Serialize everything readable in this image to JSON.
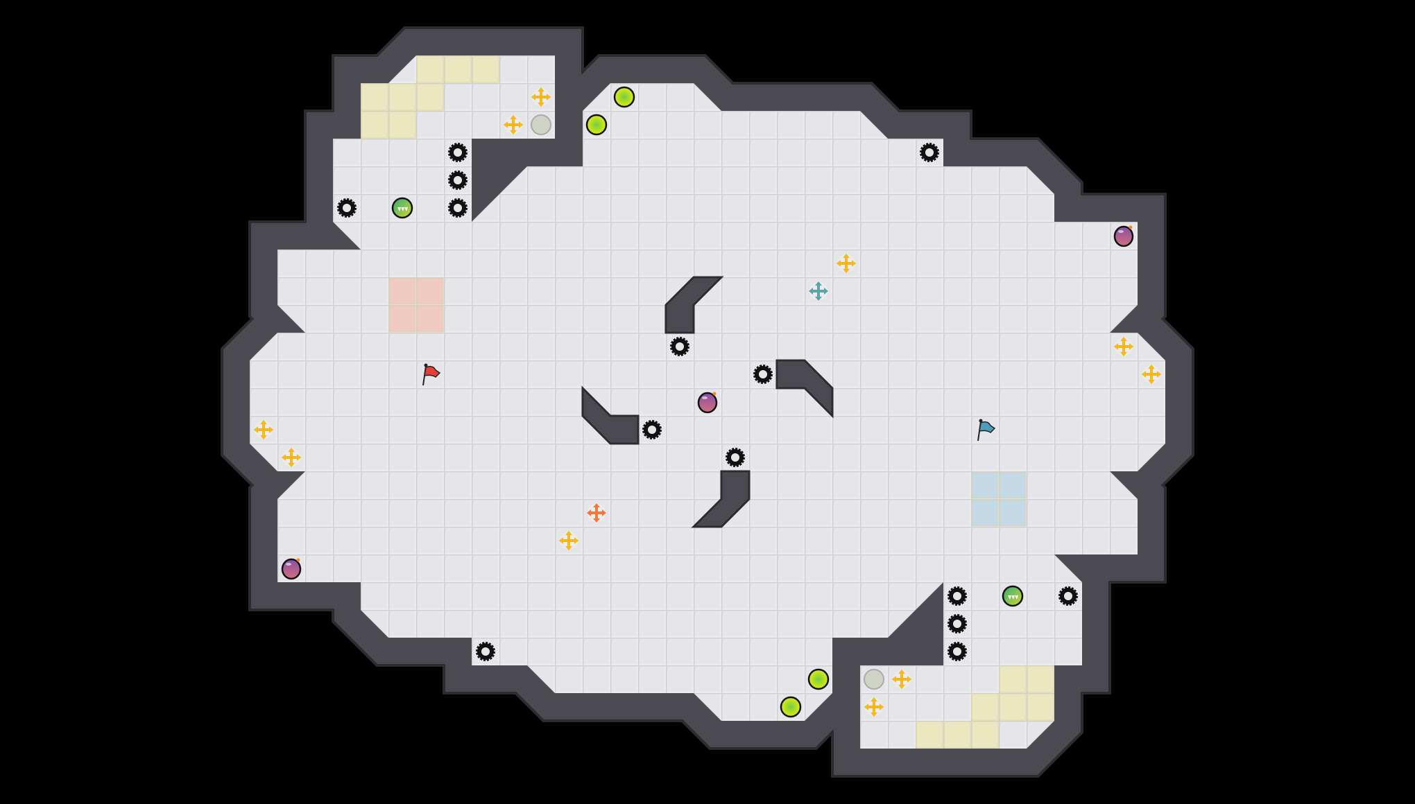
{
  "game": {
    "colors": {
      "background": "#000000",
      "floor": "#e6e6ea",
      "grid_line": "#cfcfd4",
      "wall": "#4a4a50",
      "wall_edge": "#2c2c31",
      "zone_yellow": "#ece8bd",
      "zone_red": "#efc9bf",
      "zone_blue": "#c3d8e6",
      "gear": "#111111",
      "cross_yellow": "#f6b81c",
      "cross_teal": "#5aa6a4",
      "cross_orange": "#f07a3c",
      "orb_yellow": "#d8e21a",
      "orb_gray": "#cfd4c4",
      "ball_green": "#4cba5c",
      "bomb_purple": "#a3528a",
      "flag_red": "#e2403a",
      "flag_blue": "#4d9cb8"
    },
    "entity_types": [
      "gear-hazard",
      "yellow-cross",
      "teal-cross",
      "orange-cross",
      "yellow-orb",
      "gray-orb",
      "green-ball",
      "purple-bomb",
      "red-flag",
      "blue-flag"
    ]
  }
}
